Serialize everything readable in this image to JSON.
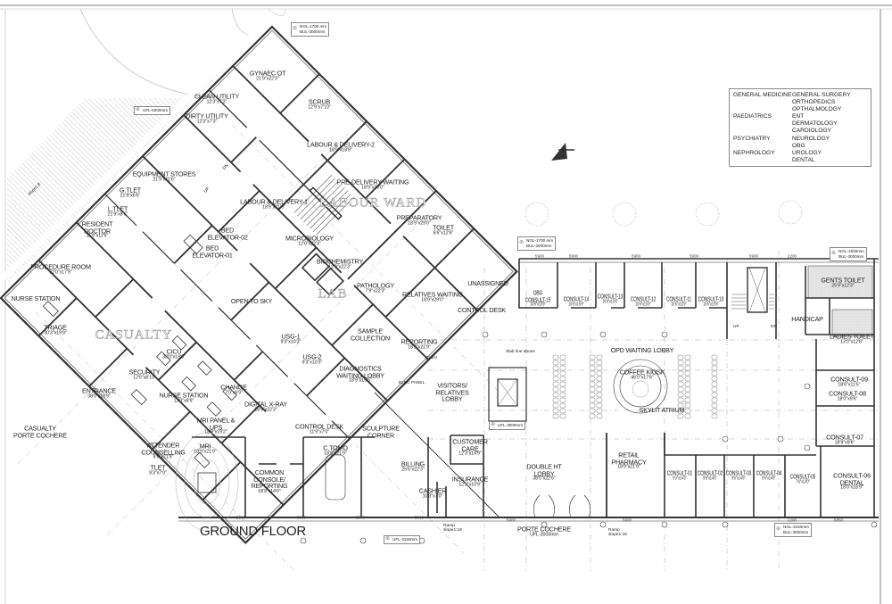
{
  "title": "GROUND FLOOR",
  "legend": {
    "left": [
      "GENERAL MEDICINE",
      "",
      "",
      "PAEDIATRICS",
      "",
      "",
      "PSYCHIATRY",
      "",
      "NEPHROLOGY",
      ""
    ],
    "right": [
      "GENERAL SURGERY",
      "ORTHOPEDICS",
      "OPTHALMOLOGY",
      "ENT",
      "DERMATOLOGY",
      "CARDIOLOGY",
      "NEUROLOGY",
      "OBG",
      "UROLOGY",
      "DENTAL"
    ]
  },
  "watermarks": {
    "labour_ward": "LABOUR WARD",
    "lab": "LAB",
    "casualty": "CASUALTY"
  },
  "rooms": [
    {
      "name": "GYNAEC OT",
      "area": "21'9\"x22'3\""
    },
    {
      "name": "CLEAN UTILITY",
      "area": "12'3\"x7'3\""
    },
    {
      "name": "SCRUB",
      "area": "12'9\"x7'10\""
    },
    {
      "name": "DIRTY UTILITY",
      "area": "12'3\"x7'3\""
    },
    {
      "name": "LABOUR & DELIVERY-2",
      "area": "18'9\"x18'9\""
    },
    {
      "name": "EQUIPMENT STORES",
      "area": "21'9\"x11'6\""
    },
    {
      "name": "G.TLET",
      "area": "21'9\"x6'6\""
    },
    {
      "name": "PRE-DELIVERY-WAITING",
      "area": "18'9\"x29'0\""
    },
    {
      "name": "LABOUR & DELIVERY-1",
      "area": "18'9\"x21'9\""
    },
    {
      "name": "L.TLET",
      "area": "21'9\"x8'6\""
    },
    {
      "name": "PREPARATORY",
      "area": "18'9\"x29'0\""
    },
    {
      "name": "RESIDENT DOCTOR",
      "area": "11'9\"x11'6\""
    },
    {
      "name": "BED ELEVATOR-02",
      "area": ""
    },
    {
      "name": "BED ELEVATOR-01",
      "area": ""
    },
    {
      "name": "TOILET",
      "area": "6'6\"x12'6\""
    },
    {
      "name": "MICROBIOLOGY",
      "area": "12'0\"x22'3\""
    },
    {
      "name": "PROCEDURE ROOM",
      "area": "22'0\"x17'9\""
    },
    {
      "name": "BIOCHEMISTRY",
      "area": "12'9\"x22'3\""
    },
    {
      "name": "PATHOLOGY",
      "area": "7'9\"x22'3\""
    },
    {
      "name": "RELATIVES WAITING",
      "area": "18'9\"x29'0\""
    },
    {
      "name": "NURSE STATION",
      "area": ""
    },
    {
      "name": "OPEN TO SKY",
      "area": ""
    },
    {
      "name": "UNASSIGNED",
      "area": ""
    },
    {
      "name": "CONTROL DESK",
      "area": ""
    },
    {
      "name": "TRIAGE",
      "area": "30'3\"x19'9\""
    },
    {
      "name": "SAMPLE COLLECTION",
      "area": ""
    },
    {
      "name": "USG-1",
      "area": "9'3\"x10'3\""
    },
    {
      "name": "REPORTING",
      "area": "18'9\"x21'9\""
    },
    {
      "name": "CICU",
      "area": "38'0\"x19'9\""
    },
    {
      "name": "USG-2",
      "area": "9'3\"x10'3\""
    },
    {
      "name": "DIAGNOSTICS WAITING LOBBY",
      "area": "18'9\"x15'6\""
    },
    {
      "name": "SECURITY",
      "area": "12'6\"x8'10\""
    },
    {
      "name": "VISITORS/ RELATIVES LOBBY",
      "area": ""
    },
    {
      "name": "CHANGE",
      "area": "7'0\"x6'9\""
    },
    {
      "name": "ENTRANCE",
      "area": "38'0\"x19'9\""
    },
    {
      "name": "NURSE STATION",
      "area": "13'0\"x8'9\""
    },
    {
      "name": "DIGITAL X-RAY",
      "area": "18'9\"x22'3\""
    },
    {
      "name": "MRI PANEL & UPS",
      "area": "18'9\"x19'2\""
    },
    {
      "name": "CASUALTY PORTE COCHERE",
      "area": ""
    },
    {
      "name": "CONTROL DESK",
      "area": "11'9\"x7'0\""
    },
    {
      "name": "SCULPTURE CORNER",
      "area": ""
    },
    {
      "name": "ATTENDER COUNSELLING",
      "area": "9'9\"x21'9\""
    },
    {
      "name": "MRI",
      "area": "18'9\"x21'9\""
    },
    {
      "name": "C.TOMO",
      "area": "18'9\"x21'9\""
    },
    {
      "name": "CUSTOMER CARE",
      "area": "12'3\"x14'9\""
    },
    {
      "name": "BILLING",
      "area": "25'6\"x22'3\""
    },
    {
      "name": "TLET",
      "area": "9'3\"x7'0\""
    },
    {
      "name": "COMMON CONSOLE/ REPORTING",
      "area": "18'9\"x14'0\""
    },
    {
      "name": "INSURANCE",
      "area": "12'3\"x10'9\""
    },
    {
      "name": "CASHIER",
      "area": "10'3\"x7'0\""
    },
    {
      "name": "DOUBLE HT LOBBY",
      "area": "38'0\"x22'6\""
    },
    {
      "name": "RETAIL PHARMACY",
      "area": "18'9\"x21'9\""
    },
    {
      "name": "CONSULT-01",
      "area": "9'3\"x14'3\""
    },
    {
      "name": "CONSULT-02",
      "area": "9'6\"x14'6\""
    },
    {
      "name": "CONSULT-03",
      "area": "9'6\"x14'6\""
    },
    {
      "name": "CONSULT-04",
      "area": "9'6\"x14'6\""
    },
    {
      "name": "CONSULT-05",
      "area": "7'6\"x13'0\""
    },
    {
      "name": "CONSULT-06 DENTAL",
      "area": "18'0\"x18'9\""
    },
    {
      "name": "CONSULT-07",
      "area": "18'9\"x9'6\""
    },
    {
      "name": "CONSULT-08",
      "area": "18'0\"x9'6\""
    },
    {
      "name": "CONSULT-09",
      "area": "18'0\"x11'6\""
    },
    {
      "name": "LADIES TOILET",
      "area": "13'0\"x12'6\""
    },
    {
      "name": "HANDICAP",
      "area": ""
    },
    {
      "name": "GENTS TOILET",
      "area": "25'9\"x12'3\""
    },
    {
      "name": "OPD WAITING LOBBY",
      "area": ""
    },
    {
      "name": "COFFEE KIOSK",
      "area": "46'0\"x17'6\""
    },
    {
      "name": "SKYLIT ATRIUM",
      "area": ""
    },
    {
      "name": "OBG CONSULT-15",
      "area": "10'6\"x15'9\""
    },
    {
      "name": "CONSULT-14",
      "area": "10'6\"x15'9\""
    },
    {
      "name": "CONSULT-13",
      "area": "10'6\"x15'9\""
    },
    {
      "name": "CONSULT-12",
      "area": "10'6\"x15'9\""
    },
    {
      "name": "CONSULT-11",
      "area": "10'6\"x15'9\""
    },
    {
      "name": "CONSULT-10",
      "area": "10'6\"x15'9\""
    },
    {
      "name": "PORTE COCHERE",
      "area": "UFL-3000mm"
    }
  ],
  "level_tags": [
    {
      "lines": [
        "NGL-1700 mm",
        "BUL-3000mm"
      ]
    },
    {
      "lines": [
        "UFL-6200mm"
      ]
    },
    {
      "lines": [
        "NGL-1700 mm",
        "BUL-3000mm"
      ]
    },
    {
      "lines": [
        "NGL-1500mm",
        "BUL-3000mm"
      ]
    },
    {
      "lines": [
        "UFL-3000mm"
      ]
    },
    {
      "lines": [
        "UFL-3150mm"
      ]
    },
    {
      "lines": [
        "NGL-3150mm",
        "BUL-3000mm"
      ]
    }
  ],
  "notes": {
    "slope": "slope1:8",
    "ramp1": "Ramp slope1:18",
    "ramp2": "Ramp slope1:18",
    "slab": "Slab line above",
    "up": "UP",
    "dn": "DN",
    "up2": "UP",
    "dn2": "DN",
    "elev": "ELEV",
    "elec_panel": "ELEC PANEL"
  },
  "dimensions": [
    "5900",
    "5900",
    "5900",
    "5900",
    "5900",
    "2200",
    "5900",
    "5900",
    "5900",
    "5900",
    "5900",
    "5900",
    "2200",
    "6850"
  ]
}
